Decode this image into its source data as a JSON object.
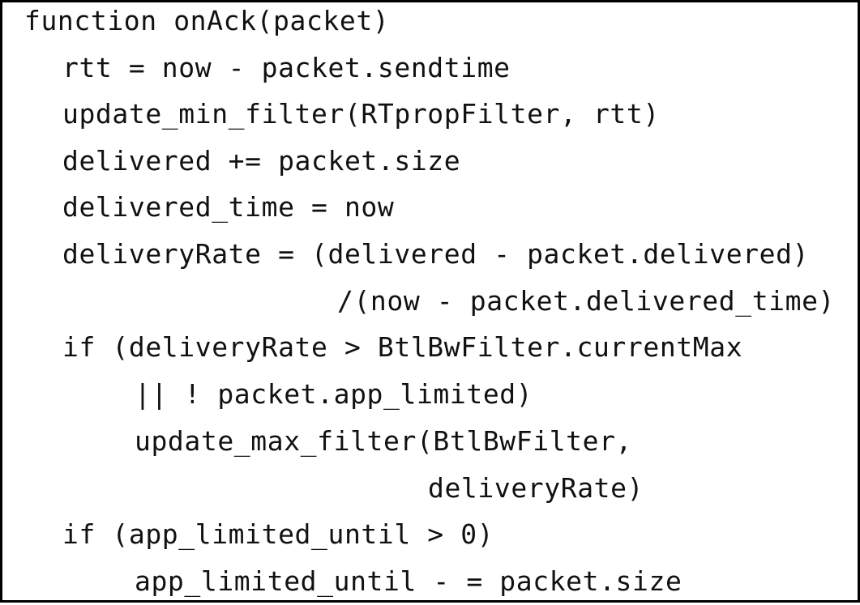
{
  "code": {
    "lines": [
      "function onAck(packet)",
      "rtt = now - packet.sendtime",
      "update_min_filter(RTpropFilter, rtt)",
      "delivered += packet.size",
      "delivered_time = now",
      "deliveryRate = (delivered - packet.delivered)",
      "/(now - packet.delivered_time)",
      "if (deliveryRate > BtlBwFilter.currentMax",
      "|| ! packet.app_limited)",
      "update_max_filter(BtlBwFilter,",
      "deliveryRate)",
      "if (app_limited_until > 0)",
      "app_limited_until - = packet.size"
    ]
  }
}
